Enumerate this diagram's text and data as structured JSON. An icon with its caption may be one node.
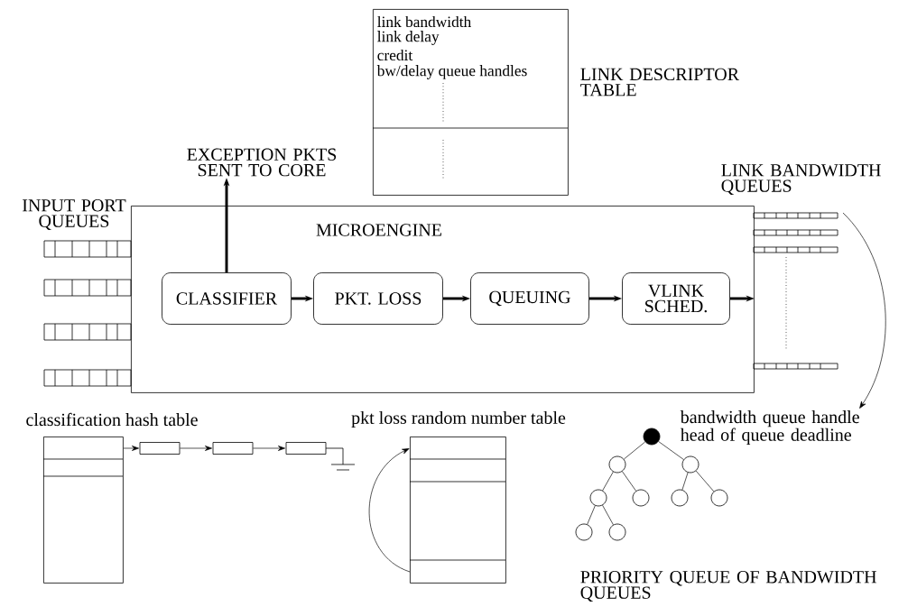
{
  "diagram": {
    "nodes": [
      {
        "text": [
          "MICROENGINE"
        ]
      },
      {
        "text": [
          "CLASSIFIER"
        ],
        "in": 0
      },
      {
        "text": [
          "PKT. LOSS"
        ],
        "in": 0
      },
      {
        "text": [
          "QUEUING"
        ],
        "in": 0
      },
      {
        "text": [
          "VLINK SCHED."
        ],
        "in": 0
      },
      {
        "text": [
          "EXCEPTION PKTS SENT TO CORE"
        ]
      },
      {
        "text": [
          "link bandwidth",
          "link delay",
          "credit",
          "bw/delay queue handles",
          "LINK DESCRIPTOR TABLE"
        ]
      },
      {
        "text": [
          "classification hash table"
        ]
      },
      {
        "text": [],
        "shape": "box"
      },
      {
        "text": [],
        "shape": "box"
      },
      {
        "text": [],
        "shape": "box"
      },
      {
        "text": [
          "pkt loss random number table"
        ]
      },
      {
        "text": [
          "bandwidth queue handle head of queue deadline"
        ]
      },
      {
        "text": [],
        "shape": "circle"
      },
      {
        "text": [],
        "shape": "circle"
      },
      {
        "text": [],
        "shape": "circle"
      },
      {
        "text": [],
        "shape": "circle"
      },
      {
        "text": [],
        "shape": "circle"
      },
      {
        "text": [],
        "shape": "circle"
      },
      {
        "text": [],
        "shape": "circle"
      },
      {
        "text": [],
        "shape": "circle"
      },
      {
        "text": [],
        "shape": "circle"
      }
    ],
    "edges": [
      {
        "from": 1,
        "to": 2,
        "arrow": "to",
        "style": "thick"
      },
      {
        "from": 2,
        "to": 3,
        "arrow": "to",
        "style": "thick"
      },
      {
        "from": 3,
        "to": 4,
        "arrow": "to",
        "style": "thick"
      },
      {
        "from": 1,
        "to": 5,
        "arrow": "to",
        "style": "thick"
      },
      {
        "from": 4,
        "to": null,
        "arrow": "to",
        "style": "thick"
      },
      {
        "from": 7,
        "to": 8,
        "arrow": "to"
      },
      {
        "from": 8,
        "to": 9,
        "arrow": "to"
      },
      {
        "from": 9,
        "to": 10,
        "arrow": "to"
      },
      {
        "from": 11,
        "to": 11,
        "arrow": "to"
      },
      {
        "from": null,
        "to": 12,
        "arrow": "to"
      },
      {
        "from": 13,
        "to": 14,
        "arrow": "none"
      },
      {
        "from": 13,
        "to": 15,
        "arrow": "none"
      },
      {
        "from": 14,
        "to": 16,
        "arrow": "none"
      },
      {
        "from": 14,
        "to": 17,
        "arrow": "none"
      },
      {
        "from": 15,
        "to": 18,
        "arrow": "none"
      },
      {
        "from": 15,
        "to": 19,
        "arrow": "none"
      },
      {
        "from": 16,
        "to": 20,
        "arrow": "none"
      },
      {
        "from": 16,
        "to": 21,
        "arrow": "none"
      }
    ],
    "labels": [
      "INPUT PORT QUEUES",
      "LINK BANDWIDTH QUEUES",
      "PRIORITY QUEUE OF BANDWIDTH QUEUES"
    ]
  }
}
